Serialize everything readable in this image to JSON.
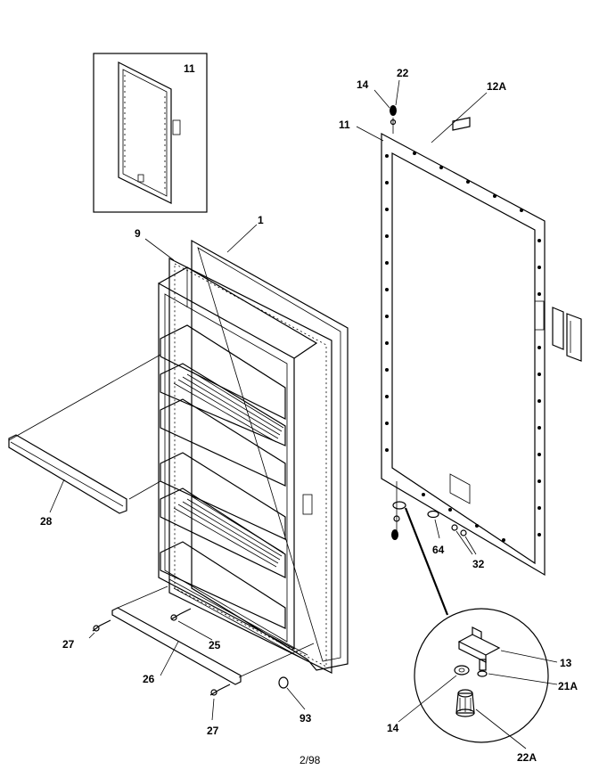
{
  "callouts": {
    "inset_11": "11",
    "n14_top": "14",
    "n22_top": "22",
    "n12A": "12A",
    "n11": "11",
    "n1": "1",
    "n9": "9",
    "n28": "28",
    "n27_left": "27",
    "n26": "26",
    "n25": "25",
    "n93": "93",
    "n27_bottom": "27",
    "n64": "64",
    "n32": "32",
    "n13": "13",
    "n21A": "21A",
    "n14_bottom": "14",
    "n22A": "22A"
  },
  "footer": {
    "code": "2/98"
  }
}
